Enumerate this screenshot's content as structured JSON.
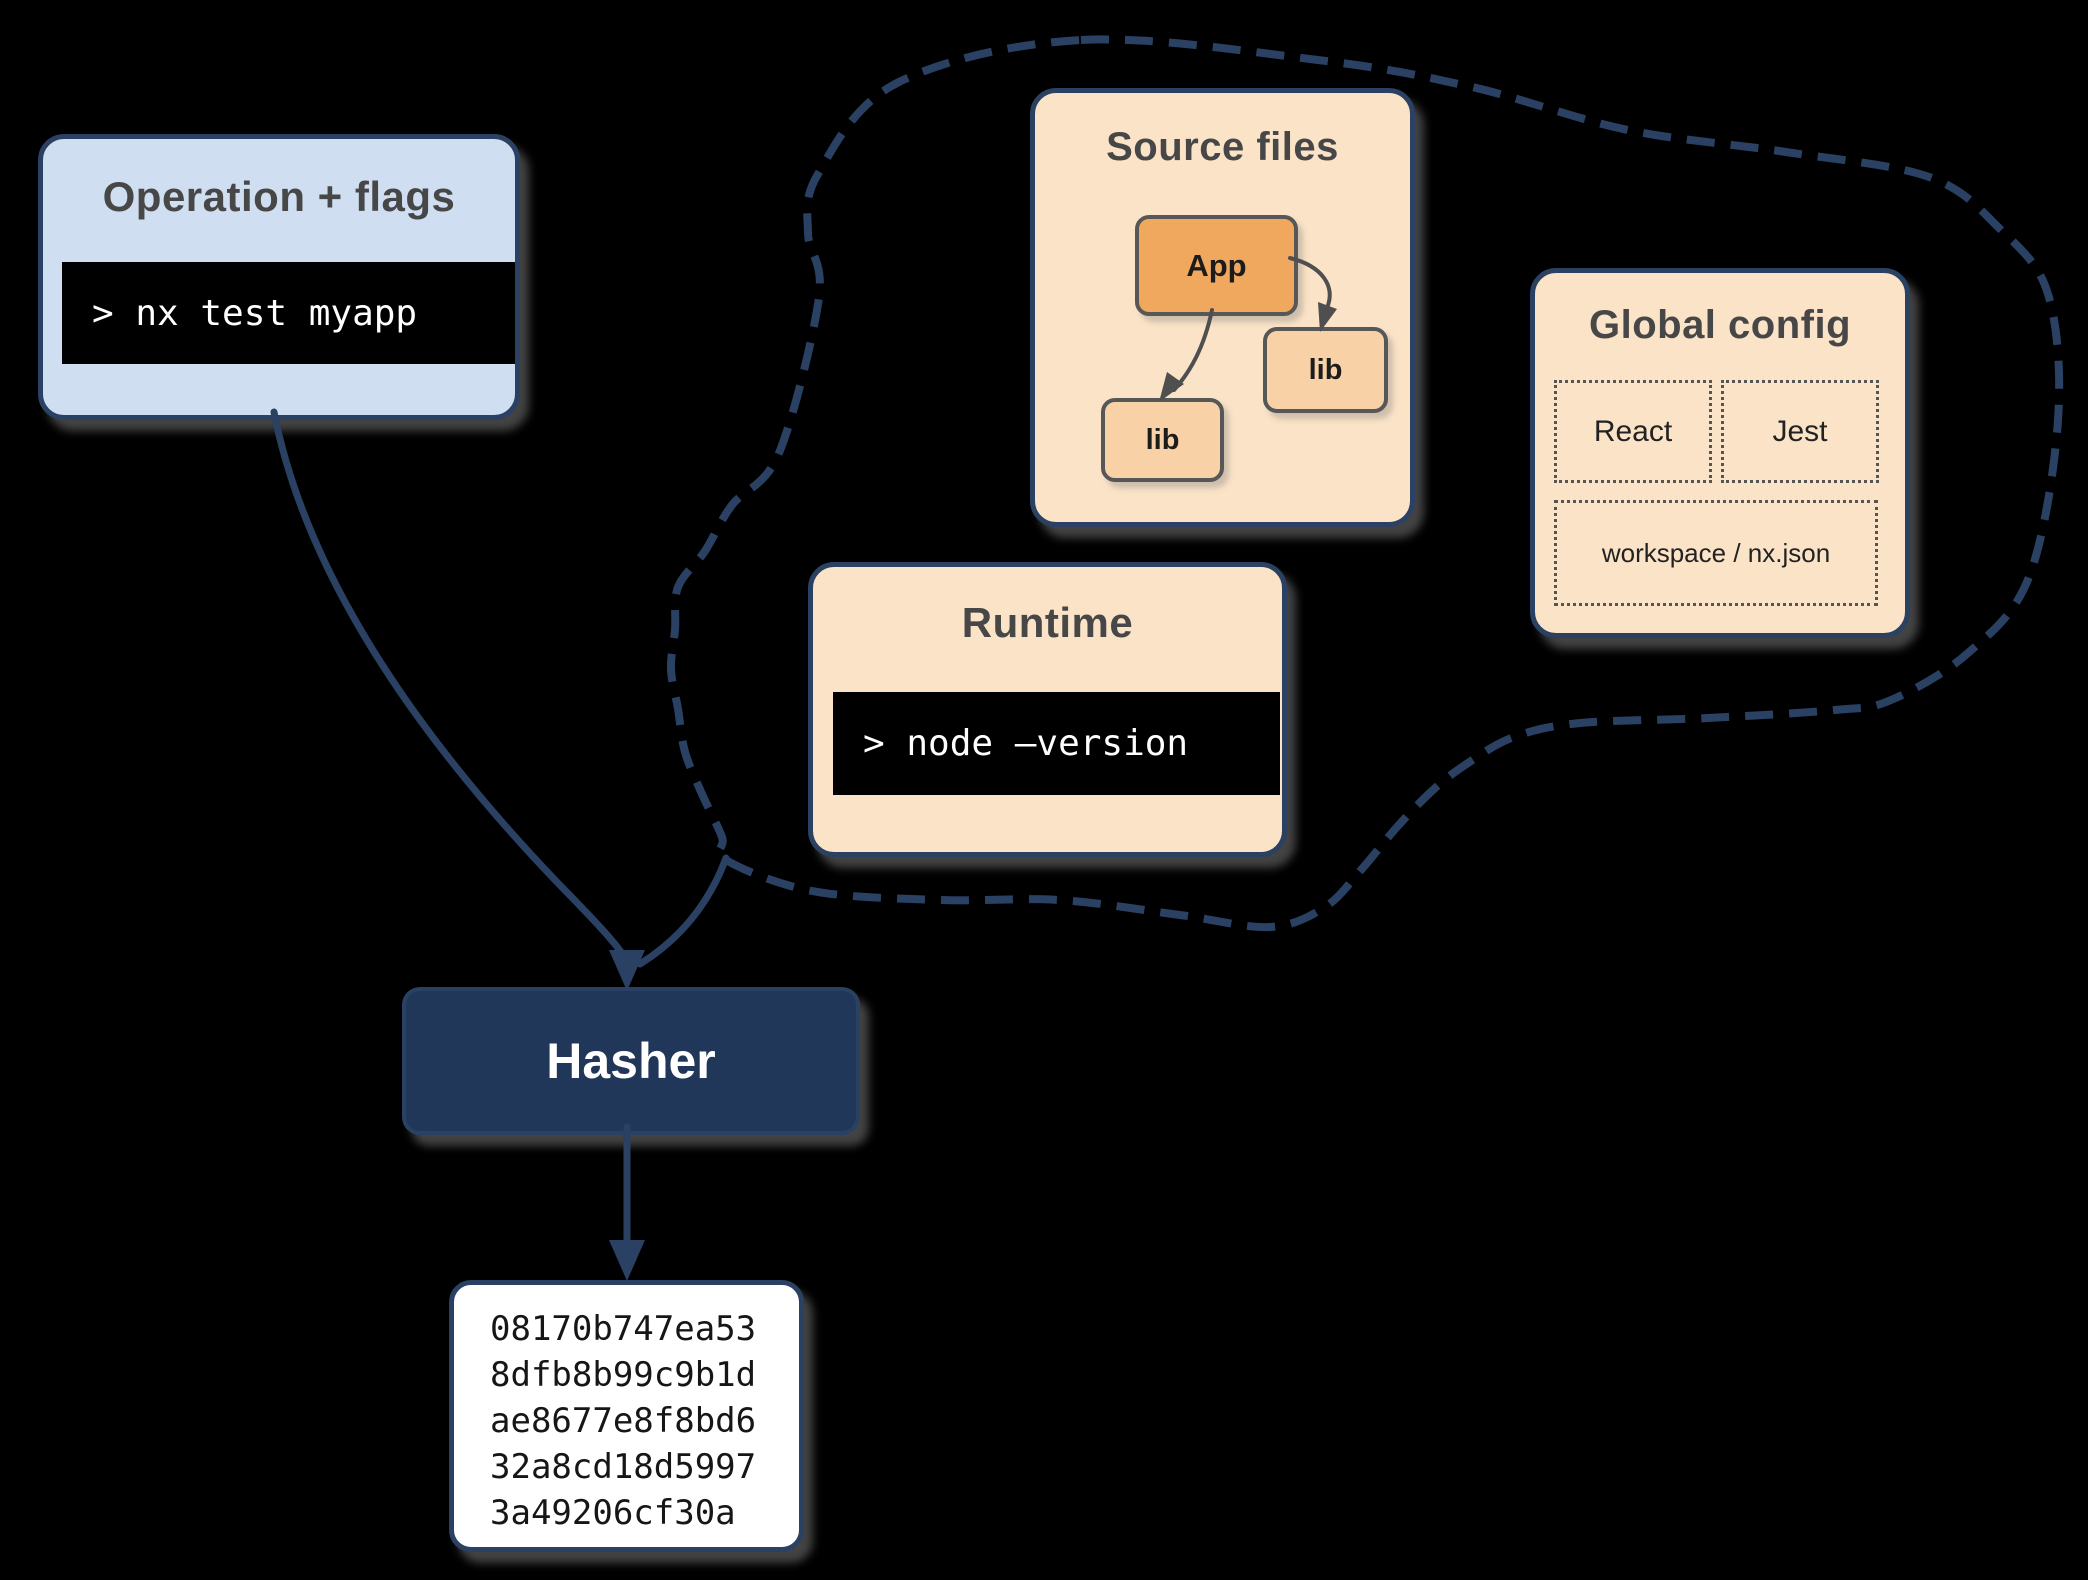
{
  "operation": {
    "title": "Operation + flags",
    "command": "> nx test myapp"
  },
  "source_files": {
    "title": "Source files",
    "nodes": [
      {
        "label": "App"
      },
      {
        "label": "lib"
      },
      {
        "label": "lib"
      }
    ]
  },
  "global_config": {
    "title": "Global config",
    "item_react": "React",
    "item_jest": "Jest",
    "item_workspace": "workspace / nx.json"
  },
  "runtime": {
    "title": "Runtime",
    "command": "> node –version"
  },
  "hasher": {
    "label": "Hasher"
  },
  "hash_output": {
    "lines": [
      "08170b747ea53",
      "8dfb8b99c9b1d",
      "ae8677e8f8bd6",
      "32a8cd18d5997",
      "3a49206cf30a"
    ]
  },
  "colors": {
    "navy": "#2a4164",
    "light_blue": "#cfdff1",
    "peach": "#fbe3c7",
    "orange": "#f0a75e",
    "light_orange": "#f8d2a6",
    "terminal_bg": "#000000",
    "terminal_text": "#ffffff",
    "gray_arrow": "#4f4f4f",
    "title_text": "#474747",
    "hasher_fill": "#213759"
  }
}
